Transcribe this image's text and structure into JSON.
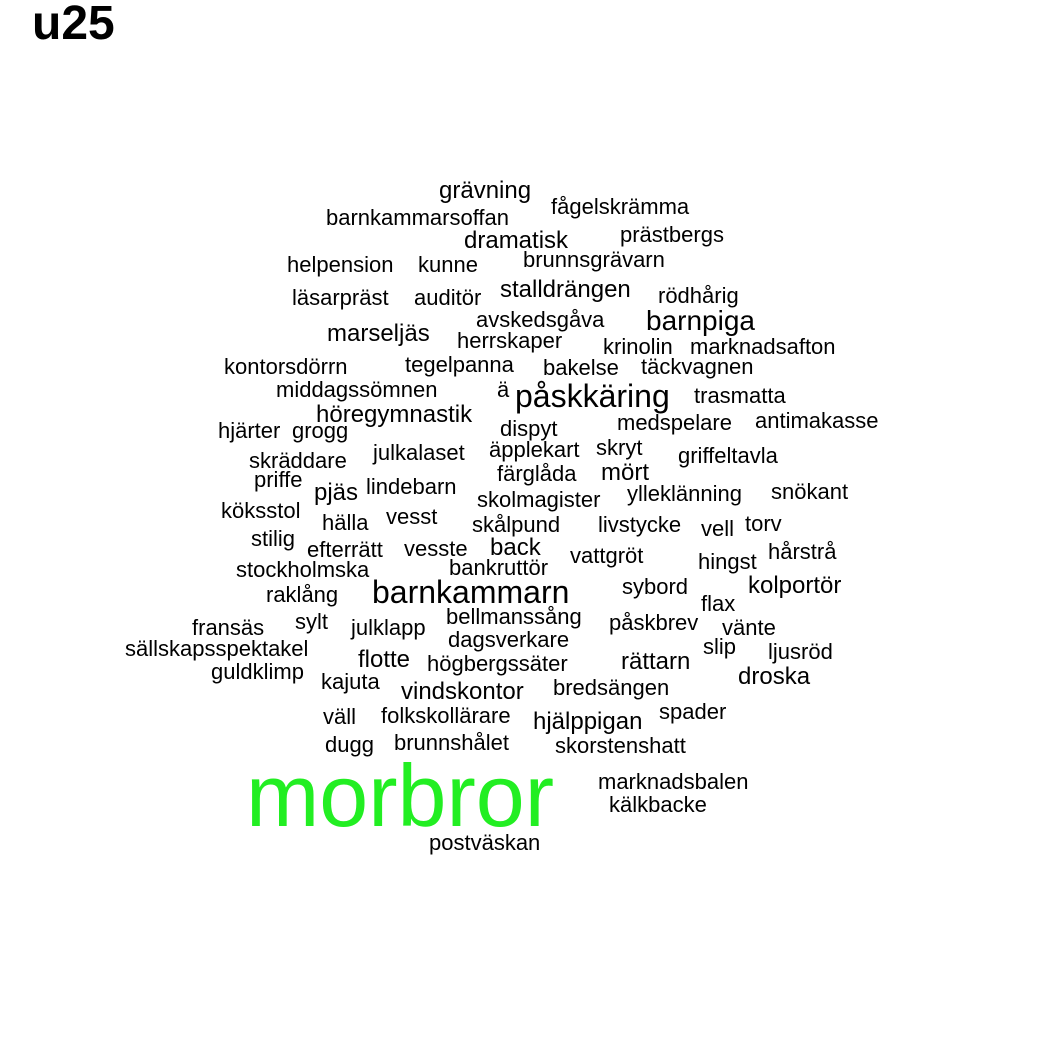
{
  "title": "u25",
  "colors": {
    "text": "#000000",
    "highlight": "#22ee22"
  },
  "words": [
    {
      "text": "grävning"
    },
    {
      "text": "fågelskrämma"
    },
    {
      "text": "barnkammarsoffan"
    },
    {
      "text": "dramatisk"
    },
    {
      "text": "prästbergs"
    },
    {
      "text": "helpension"
    },
    {
      "text": "kunne"
    },
    {
      "text": "brunnsgrävarn"
    },
    {
      "text": "läsarpräst"
    },
    {
      "text": "auditör"
    },
    {
      "text": "stalldrängen"
    },
    {
      "text": "rödhårig"
    },
    {
      "text": "avskedsgåva"
    },
    {
      "text": "barnpiga"
    },
    {
      "text": "marseljäs"
    },
    {
      "text": "herrskaper"
    },
    {
      "text": "krinolin"
    },
    {
      "text": "marknadsafton"
    },
    {
      "text": "kontorsdörrn"
    },
    {
      "text": "tegelpanna"
    },
    {
      "text": "bakelse"
    },
    {
      "text": "täckvagnen"
    },
    {
      "text": "middagssömnen"
    },
    {
      "text": "ä"
    },
    {
      "text": "påskkäring"
    },
    {
      "text": "trasmatta"
    },
    {
      "text": "höregymnastik"
    },
    {
      "text": "medspelare"
    },
    {
      "text": "antimakasse"
    },
    {
      "text": "hjärter"
    },
    {
      "text": "grogg"
    },
    {
      "text": "dispyt"
    },
    {
      "text": "julkalaset"
    },
    {
      "text": "äpplekart"
    },
    {
      "text": "skryt"
    },
    {
      "text": "skräddare"
    },
    {
      "text": "griffeltavla"
    },
    {
      "text": "färglåda"
    },
    {
      "text": "mört"
    },
    {
      "text": "priffe"
    },
    {
      "text": "pjäs"
    },
    {
      "text": "lindebarn"
    },
    {
      "text": "ylleklänning"
    },
    {
      "text": "snökant"
    },
    {
      "text": "skolmagister"
    },
    {
      "text": "köksstol"
    },
    {
      "text": "hälla"
    },
    {
      "text": "vesst"
    },
    {
      "text": "skålpund"
    },
    {
      "text": "livstycke"
    },
    {
      "text": "vell"
    },
    {
      "text": "torv"
    },
    {
      "text": "stilig"
    },
    {
      "text": "efterrätt"
    },
    {
      "text": "vesste"
    },
    {
      "text": "back"
    },
    {
      "text": "vattgröt"
    },
    {
      "text": "hingst"
    },
    {
      "text": "hårstrå"
    },
    {
      "text": "stockholmska"
    },
    {
      "text": "bankruttör"
    },
    {
      "text": "sybord"
    },
    {
      "text": "kolportör"
    },
    {
      "text": "raklång"
    },
    {
      "text": "barnkammarn"
    },
    {
      "text": "flax"
    },
    {
      "text": "bellmanssång"
    },
    {
      "text": "fransäs"
    },
    {
      "text": "sylt"
    },
    {
      "text": "julklapp"
    },
    {
      "text": "påskbrev"
    },
    {
      "text": "vänte"
    },
    {
      "text": "dagsverkare"
    },
    {
      "text": "sällskapsspektakel"
    },
    {
      "text": "slip"
    },
    {
      "text": "ljusröd"
    },
    {
      "text": "flotte"
    },
    {
      "text": "högbergssäter"
    },
    {
      "text": "rättarn"
    },
    {
      "text": "guldklimp"
    },
    {
      "text": "droska"
    },
    {
      "text": "kajuta"
    },
    {
      "text": "bredsängen"
    },
    {
      "text": "vindskontor"
    },
    {
      "text": "spader"
    },
    {
      "text": "väll"
    },
    {
      "text": "folkskollärare"
    },
    {
      "text": "hjälppigan"
    },
    {
      "text": "dugg"
    },
    {
      "text": "brunnshålet"
    },
    {
      "text": "skorstenshatt"
    },
    {
      "text": "morbror",
      "highlight": true
    },
    {
      "text": "marknadsbalen"
    },
    {
      "text": "kälkbacke"
    },
    {
      "text": "postväskan"
    }
  ]
}
